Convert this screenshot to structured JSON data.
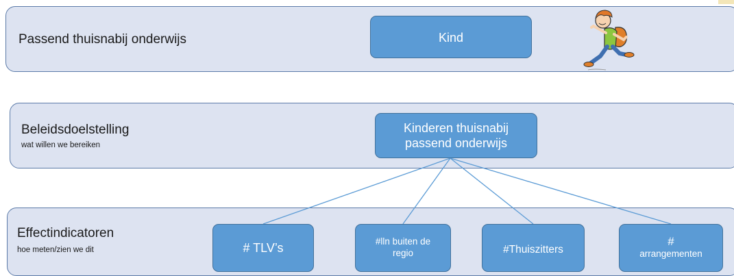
{
  "rows": {
    "row1": {
      "title": "Passend thuisnabij onderwijs"
    },
    "row2": {
      "title": "Beleidsdoelstelling",
      "subtitle": "wat willen we bereiken"
    },
    "row3": {
      "title": "Effectindicatoren",
      "subtitle": "hoe meten/zien we dit"
    }
  },
  "nodes": {
    "kind": "Kind",
    "doelstelling": {
      "line1": "Kinderen thuisnabij",
      "line2": "passend onderwijs"
    },
    "indicators": [
      {
        "line1": "# TLV’s",
        "line2": ""
      },
      {
        "line1": "#lln buiten de",
        "line2": "regio"
      },
      {
        "line1": "#Thuiszitters",
        "line2": ""
      },
      {
        "line1": "#",
        "line2": "arrangementen"
      }
    ]
  },
  "colors": {
    "band_fill": "#dde3f1",
    "band_border": "#5b7aa8",
    "node_fill": "#5b9bd5",
    "node_border": "#41719c",
    "connector": "#5b9bd5"
  },
  "icons": {
    "illustration": "running-child-icon"
  }
}
